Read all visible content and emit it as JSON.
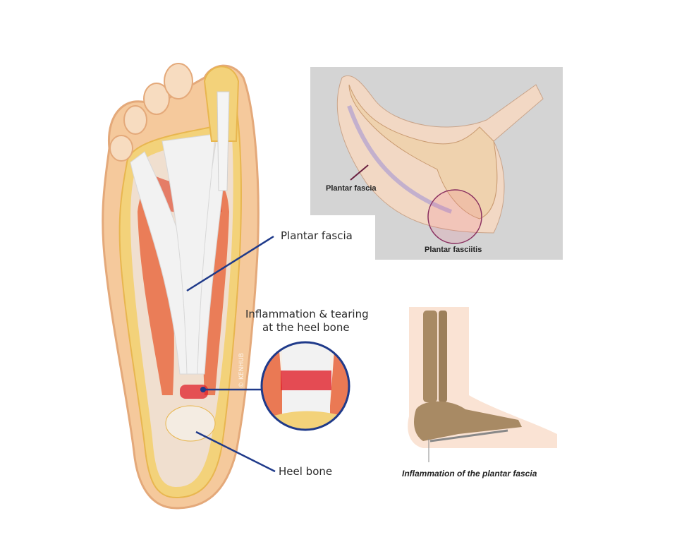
{
  "main_diagram": {
    "labels": {
      "plantar_fascia": "Plantar fascia",
      "inflammation_line1": "Inflammation & tearing",
      "inflammation_line2": "at the heel bone",
      "heel_bone": "Heel bone"
    },
    "watermark": "© KENHUB",
    "leader_color": "#1f3a8a",
    "inflammation_color": "#e0202a"
  },
  "side_view": {
    "labels": {
      "plantar_fascia": "Plantar fascia",
      "plantar_fasciitis": "Plantar fasciitis"
    },
    "background_color": "#d4d4d4"
  },
  "ankle_view": {
    "caption": "Inflammation of the plantar fascia"
  }
}
